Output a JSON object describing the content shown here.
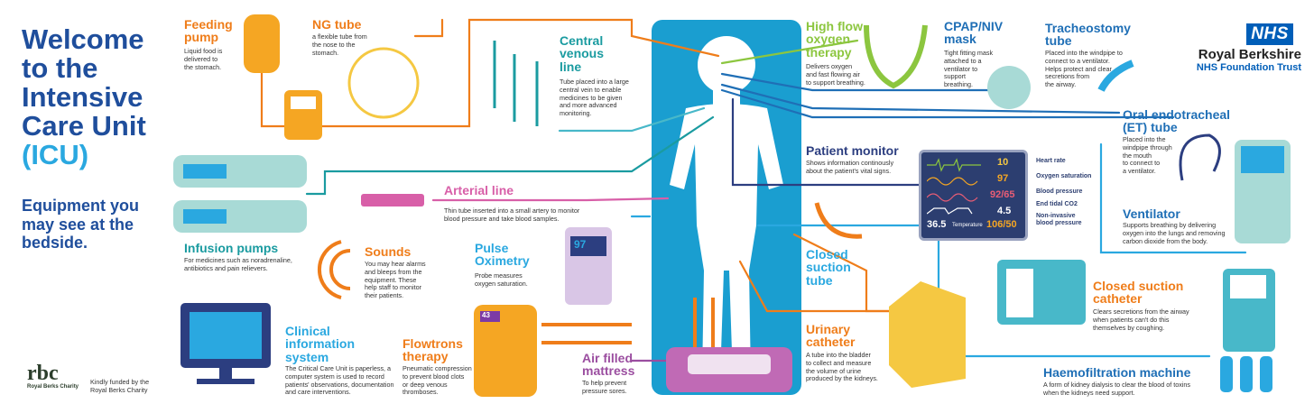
{
  "header": {
    "title_lines": [
      "Welcome",
      "to the",
      "Intensive",
      "Care Unit"
    ],
    "title_accent": "(ICU)",
    "subtitle_lines": [
      "Equipment you",
      "may see at the",
      "bedside."
    ]
  },
  "brand": {
    "nhs_logo": "NHS",
    "trust_name": "Royal Berkshire",
    "trust_sub": "NHS Foundation Trust"
  },
  "charity": {
    "logo_text": "rbc",
    "logo_caption": "Royal Berks Charity",
    "funded_line1": "Kindly funded by the",
    "funded_line2": "Royal Berks Charity"
  },
  "equipment": {
    "feeding_pump": {
      "title_lines": [
        "Feeding",
        "pump"
      ],
      "desc_lines": [
        "Liquid food is",
        "delivered to",
        "the stomach."
      ]
    },
    "ng_tube": {
      "title_lines": [
        "NG tube"
      ],
      "desc_lines": [
        "a flexible tube from",
        "the nose to the",
        "stomach."
      ]
    },
    "central_line": {
      "title_lines": [
        "Central",
        "venous",
        "line"
      ],
      "desc_lines": [
        "Tube placed into a large",
        "central vein to enable",
        "medicines to be given",
        "and more advanced",
        "monitoring."
      ]
    },
    "high_flow": {
      "title_lines": [
        "High flow",
        "oxygen",
        "therapy"
      ],
      "desc_lines": [
        "Delivers oxygen",
        "and fast flowing air",
        "to support breathing."
      ]
    },
    "cpap": {
      "title_lines": [
        "CPAP/NIV",
        "mask"
      ],
      "desc_lines": [
        "Tight fitting mask",
        "attached to a",
        "ventilator to",
        "support",
        "breathing."
      ]
    },
    "tracheostomy": {
      "title_lines": [
        "Tracheostomy",
        "tube"
      ],
      "desc_lines": [
        "Placed into the windpipe to",
        "connect to a ventilator.",
        "Helps protect and clear",
        "secretions from",
        "the airway."
      ]
    },
    "et_tube": {
      "title_lines": [
        "Oral endotracheal",
        "(ET) tube"
      ],
      "desc_lines": [
        "Placed into the",
        "windpipe through",
        "the mouth",
        "to connect to",
        "a ventilator."
      ]
    },
    "infusion_pumps": {
      "title_lines": [
        "Infusion pumps"
      ],
      "desc_lines": [
        "For medicines such as noradrenaline,",
        "antibiotics and pain relievers."
      ]
    },
    "arterial_line": {
      "title_lines": [
        "Arterial line"
      ],
      "desc_lines": [
        "Thin tube inserted into a small artery to monitor",
        "blood pressure and take blood samples."
      ]
    },
    "patient_monitor": {
      "title_lines": [
        "Patient monitor"
      ],
      "desc_lines": [
        "Shows information continously",
        "about the patient's vital signs."
      ]
    },
    "ventilator": {
      "title_lines": [
        "Ventilator"
      ],
      "desc_lines": [
        "Supports breathing by delivering",
        "oxygen into the lungs and removing",
        "carbon dioxide from the body."
      ]
    },
    "sounds": {
      "title_lines": [
        "Sounds"
      ],
      "desc_lines": [
        "You may hear alarms",
        "and bleeps from the",
        "equipment. These",
        "help staff to monitor",
        "their patients."
      ]
    },
    "pulse_ox": {
      "title_lines": [
        "Pulse",
        "Oximetry"
      ],
      "desc_lines": [
        "Probe measures",
        "oxygen saturation."
      ]
    },
    "closed_suction_tube": {
      "title_lines": [
        "Closed",
        "suction",
        "tube"
      ],
      "desc_lines": []
    },
    "closed_suction_catheter": {
      "title_lines": [
        "Closed suction",
        "catheter"
      ],
      "desc_lines": [
        "Clears secretions from the airway",
        "when patients can't do this",
        "themselves by coughing."
      ]
    },
    "clinical_info": {
      "title_lines": [
        "Clinical",
        "information",
        "system"
      ],
      "desc_lines": [
        "The Critical Care Unit is paperless, a",
        "computer system is used to record",
        "patients' observations, documentation",
        "and care interventions."
      ]
    },
    "flowtrons": {
      "title_lines": [
        "Flowtrons",
        "therapy"
      ],
      "desc_lines": [
        "Pneumatic compression",
        "to prevent blood clots",
        "or deep venous",
        "thromboses."
      ]
    },
    "air_mattress": {
      "title_lines": [
        "Air filled",
        "mattress"
      ],
      "desc_lines": [
        "To help prevent",
        "pressure sores."
      ]
    },
    "urinary_catheter": {
      "title_lines": [
        "Urinary",
        "catheter"
      ],
      "desc_lines": [
        "A tube into the bladder",
        "to collect and measure",
        "the volume of urine",
        "produced by the kidneys."
      ]
    },
    "haemofiltration": {
      "title_lines": [
        "Haemofiltration machine"
      ],
      "desc_lines": [
        "A form of kidney dialysis to clear the blood of toxins",
        "when the kidneys need support."
      ]
    }
  },
  "monitor_display": {
    "heart_rate": "10",
    "oxygen_saturation": "97",
    "blood_pressure": "92/65",
    "end_tidal": "4.5",
    "temperature": "36.5",
    "temperature_label": "Temperature",
    "nibp": "106/50",
    "labels": [
      "Heart rate",
      "Oxygen saturation",
      "Blood pressure",
      "End tidal CO2",
      "Non-invasive",
      "blood pressure"
    ]
  },
  "pulse_ox_display": "97",
  "flowtrons_display": "43",
  "colors": {
    "navy": "#1f4e9c",
    "sky": "#2aa8e0",
    "orange": "#ef7d1a",
    "teal": "#1a9ba0",
    "green": "#8cc63f",
    "pink": "#d85fa8",
    "purple": "#9b4ea0",
    "bed_blue": "#1a9ed0"
  }
}
